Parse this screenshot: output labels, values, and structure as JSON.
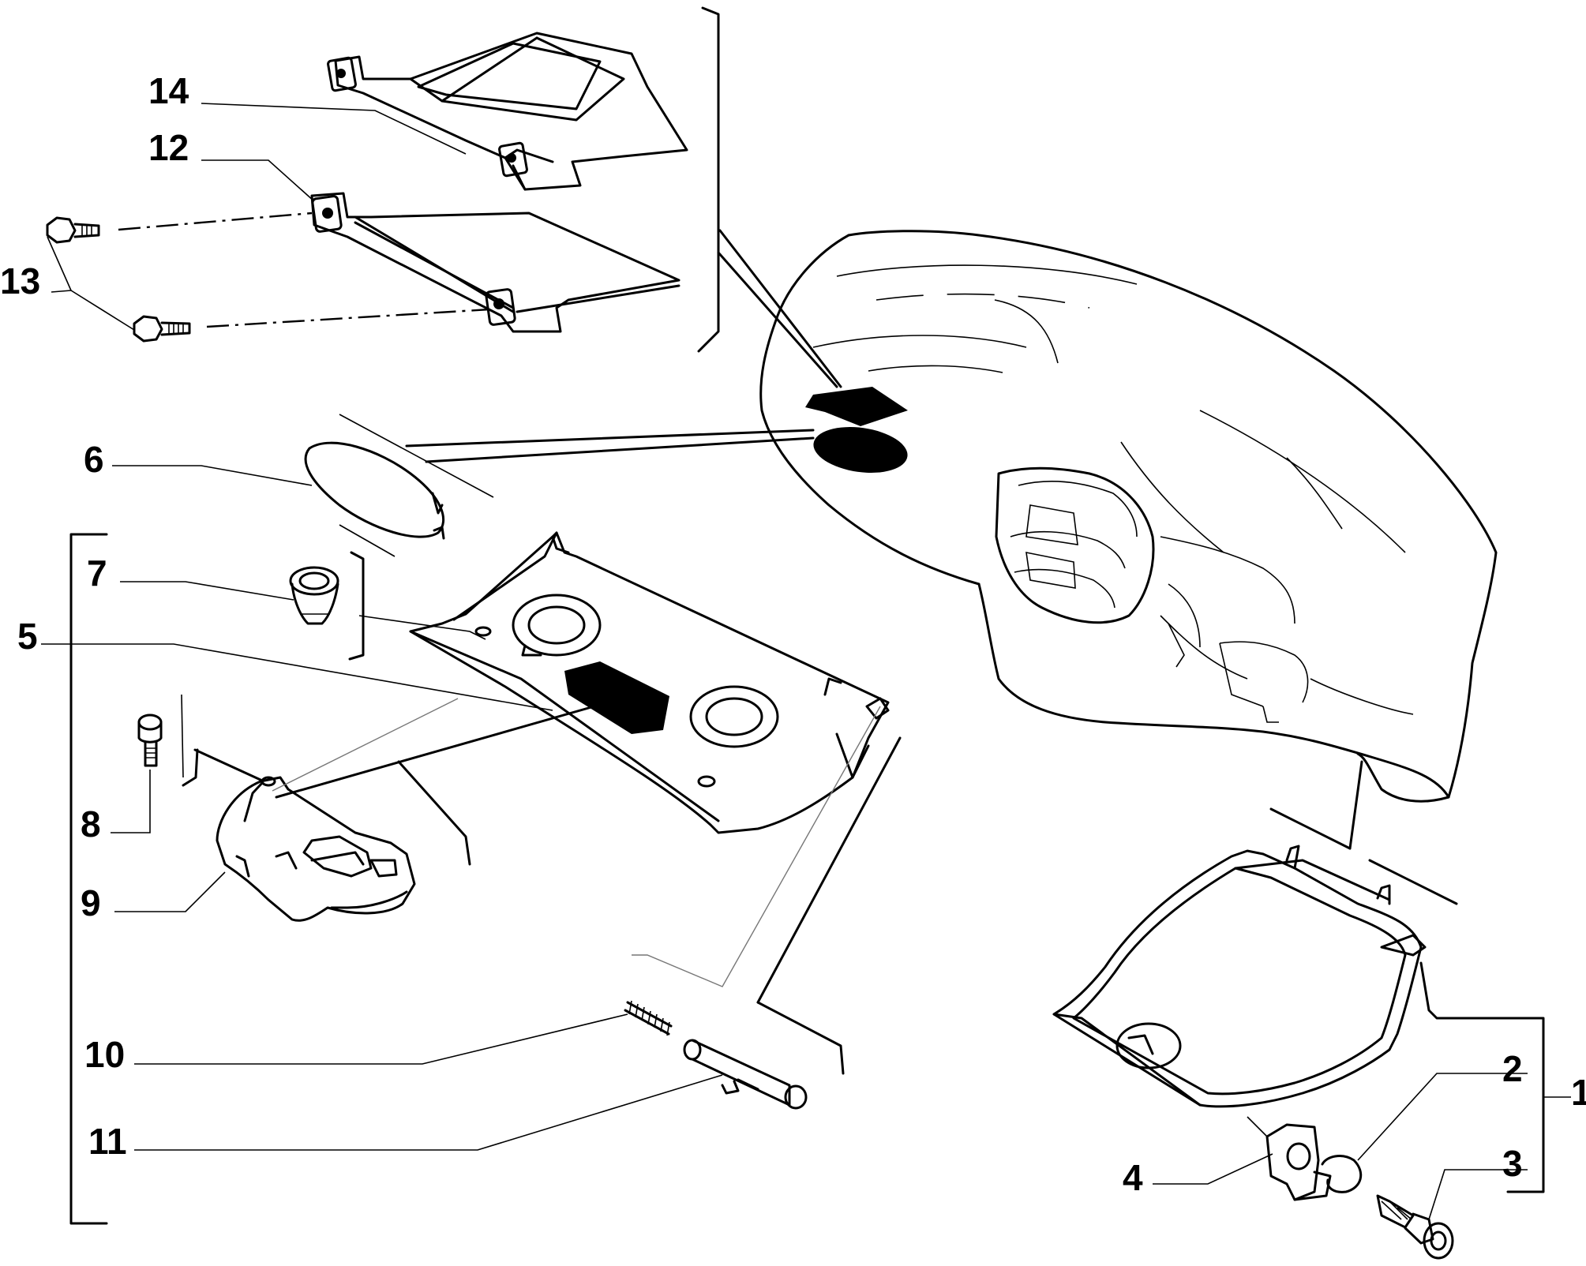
{
  "labels": {
    "p1": "1",
    "p2": "2",
    "p3": "3",
    "p4": "4",
    "p5": "5",
    "p6": "6",
    "p7": "7",
    "p8": "8",
    "p9": "9",
    "p10": "10",
    "p11": "11",
    "p12": "12",
    "p13": "13",
    "p14": "14"
  },
  "parts": [
    {
      "ref": "1",
      "icon": "glove-box-lid-assembly-icon"
    },
    {
      "ref": "2",
      "icon": "retaining-clip-icon"
    },
    {
      "ref": "3",
      "icon": "hinge-screw-icon"
    },
    {
      "ref": "4",
      "icon": "hinge-bracket-icon"
    },
    {
      "ref": "5",
      "icon": "glove-box-panel-icon"
    },
    {
      "ref": "6",
      "icon": "oval-cover-icon"
    },
    {
      "ref": "7",
      "icon": "rubber-bump-stop-icon"
    },
    {
      "ref": "8",
      "icon": "bolt-icon"
    },
    {
      "ref": "9",
      "icon": "lock-handle-icon"
    },
    {
      "ref": "10",
      "icon": "spring-icon"
    },
    {
      "ref": "11",
      "icon": "hinge-pin-icon"
    },
    {
      "ref": "12",
      "icon": "support-bracket-icon"
    },
    {
      "ref": "13",
      "icon": "screw-icon"
    },
    {
      "ref": "14",
      "icon": "storage-compartment-icon"
    }
  ],
  "colors": {
    "line": "#000000",
    "background": "#ffffff",
    "guide": "#777777"
  }
}
